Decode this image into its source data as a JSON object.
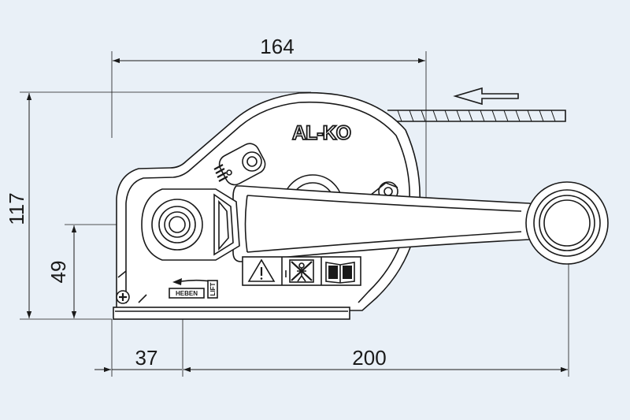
{
  "dimensions": {
    "width_top": "164",
    "height_total": "117",
    "height_axis": "49",
    "bottom_left": "37",
    "bottom_right": "200"
  },
  "brand": {
    "logo_text": "AL-KO"
  },
  "labels": {
    "heben": "HEBEN",
    "lift": "LIFT"
  },
  "colors": {
    "background": "#e9f0f7",
    "line": "#1a1a1a",
    "fill": "#ffffff"
  }
}
